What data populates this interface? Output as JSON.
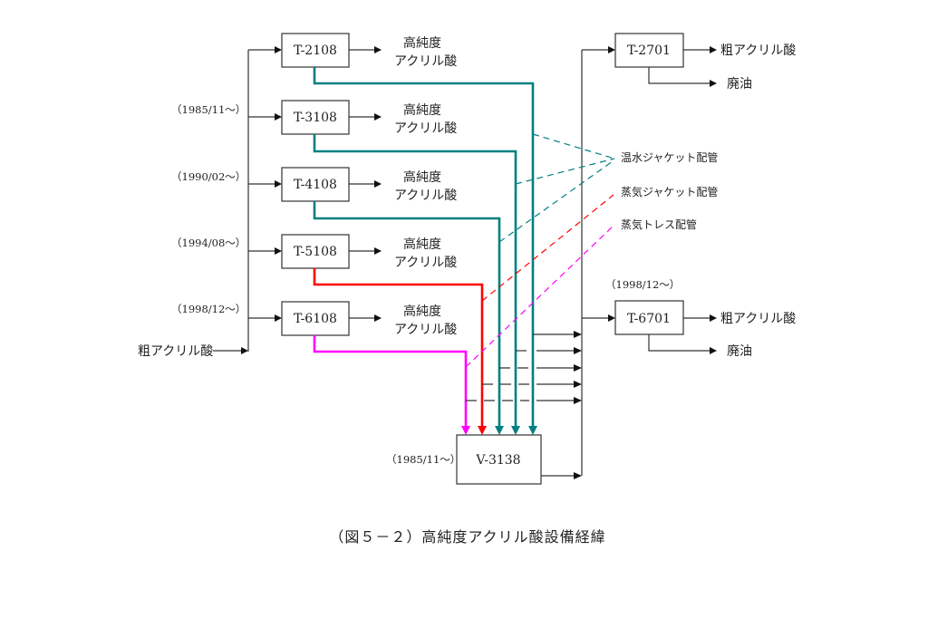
{
  "feed": {
    "label": "粗アクリル酸"
  },
  "towers": [
    {
      "id": "T-2108",
      "start": "",
      "product_line1": "高純度",
      "product_line2": "アクリル酸"
    },
    {
      "id": "T-3108",
      "start": "（1985/11～）",
      "product_line1": "高純度",
      "product_line2": "アクリル酸"
    },
    {
      "id": "T-4108",
      "start": "（1990/02～）",
      "product_line1": "高純度",
      "product_line2": "アクリル酸"
    },
    {
      "id": "T-5108",
      "start": "（1994/08～）",
      "product_line1": "高純度",
      "product_line2": "アクリル酸"
    },
    {
      "id": "T-6108",
      "start": "（1998/12～）",
      "product_line1": "高純度",
      "product_line2": "アクリル酸"
    }
  ],
  "vessel": {
    "id": "V-3138",
    "start": "（1985/11～）"
  },
  "recovery": [
    {
      "id": "T-2701",
      "start": "",
      "product": "粗アクリル酸",
      "waste": "廃油"
    },
    {
      "id": "T-6701",
      "start": "（1998/12～）",
      "product": "粗アクリル酸",
      "waste": "廃油"
    }
  ],
  "legend": [
    {
      "label": "温水ジャケット配管",
      "color": "#008080",
      "applies_to": [
        "T-2108",
        "T-3108",
        "T-4108"
      ]
    },
    {
      "label": "蒸気ジャケット配管",
      "color": "#ff0000",
      "applies_to": [
        "T-5108"
      ]
    },
    {
      "label": "蒸気トレス配管",
      "color": "#ff00ff",
      "applies_to": [
        "T-6108"
      ]
    }
  ],
  "caption": "（図５－２）高純度アクリル酸設備経緯"
}
